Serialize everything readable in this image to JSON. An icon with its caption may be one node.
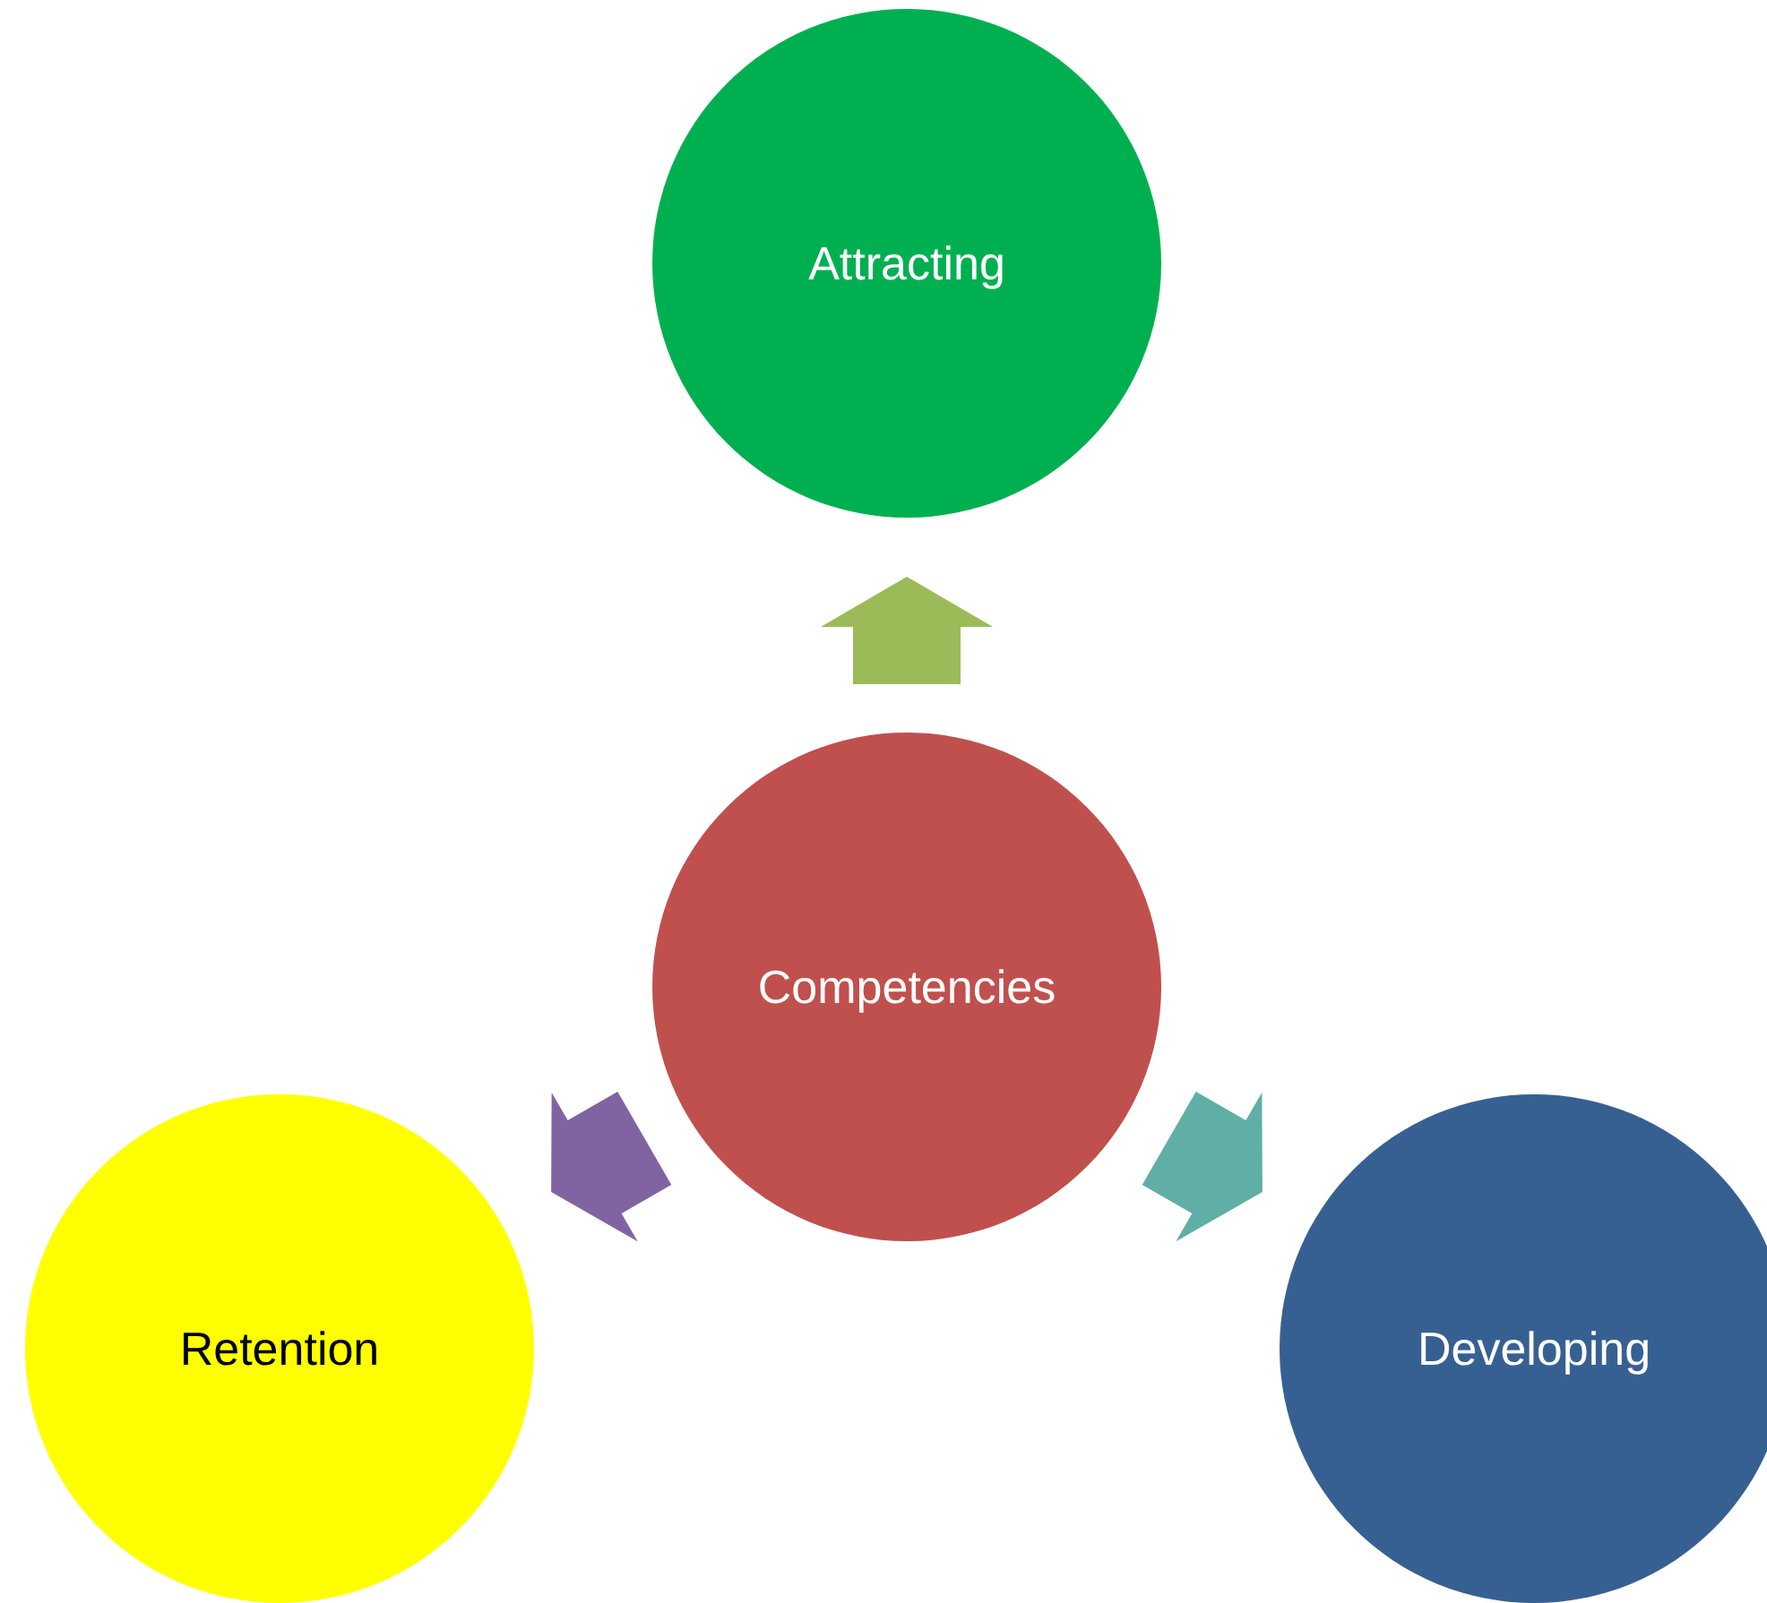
{
  "diagram": {
    "nodes": [
      {
        "text": [
          "Attracting"
        ]
      },
      {
        "text": [
          "Competencies"
        ]
      },
      {
        "text": [
          "Retention"
        ]
      },
      {
        "text": [
          "Developing"
        ]
      }
    ],
    "edges": [
      {
        "from": 1,
        "to": 0,
        "arrow": "to",
        "color": "#9bbb59"
      },
      {
        "from": 1,
        "to": 2,
        "arrow": "to",
        "color": "#8064a2"
      },
      {
        "from": 1,
        "to": 3,
        "arrow": "to",
        "color": "#5fafa6"
      }
    ]
  }
}
